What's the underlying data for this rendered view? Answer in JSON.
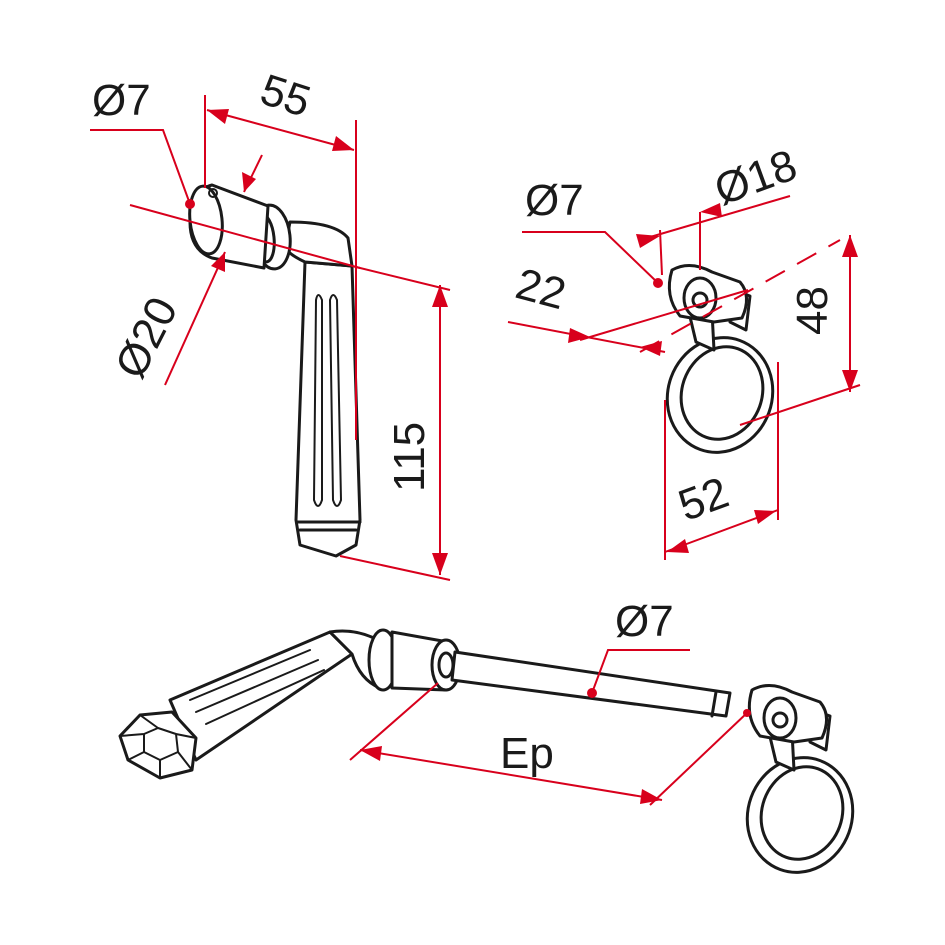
{
  "colors": {
    "dimension": "#d8001c",
    "outline": "#1a1a1a",
    "background": "#ffffff"
  },
  "labels": {
    "crank_hole_diameter": "Ø7",
    "crank_offset": "55",
    "crank_bush_diameter": "Ø20",
    "crank_length": "115",
    "ring_hole_diameter": "Ø7",
    "ring_eye_diameter": "Ø18",
    "ring_offset": "22",
    "ring_height": "48",
    "ring_width": "52",
    "rod_diameter": "Ø7",
    "rod_length": "Ep"
  }
}
